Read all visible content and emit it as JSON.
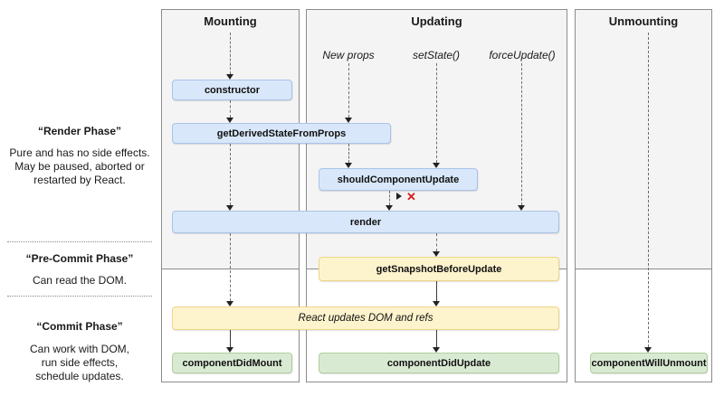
{
  "phases": [
    {
      "title": "“Render Phase”",
      "description": "Pure and has no side effects.\nMay be paused, aborted or\nrestarted by React."
    },
    {
      "title": "“Pre-Commit Phase”",
      "description": "Can read the DOM."
    },
    {
      "title": "“Commit Phase”",
      "description": "Can work with DOM,\nrun side effects,\nschedule updates."
    }
  ],
  "columns": [
    {
      "title": "Mounting"
    },
    {
      "title": "Updating",
      "triggers": [
        "New props",
        "setState()",
        "forceUpdate()"
      ]
    },
    {
      "title": "Unmounting"
    }
  ],
  "lifecycle": {
    "ctor": "constructor",
    "get_derived_state_from_props": "getDerivedStateFromProps",
    "should_component_update": "shouldComponentUpdate",
    "render": "render",
    "get_snapshot_before_update": "getSnapshotBeforeUpdate",
    "react_updates_dom": "React updates DOM and refs",
    "component_did_mount": "componentDidMount",
    "component_did_update": "componentDidUpdate",
    "component_will_unmount": "componentWillUnmount"
  },
  "marks": {
    "halt_x": "✕"
  },
  "colors": {
    "render_phase_bg": "#f4f4f4",
    "panel_border": "#8c8c8c",
    "blue_fill": "#d8e7f9",
    "blue_border": "#a9c3e8",
    "yellow_fill": "#fdf3cd",
    "yellow_border": "#eed688",
    "green_fill": "#d9ead3",
    "green_border": "#aecf9e",
    "halt_x_color": "#d51c1c"
  }
}
